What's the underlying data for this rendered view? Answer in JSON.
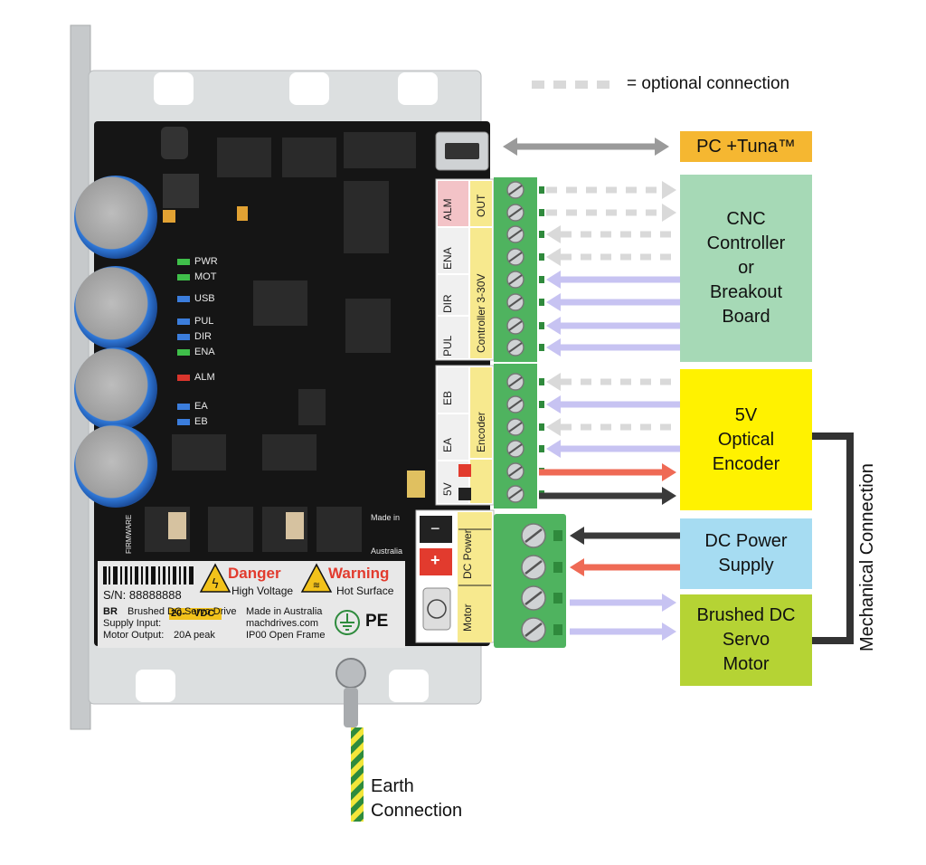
{
  "legend": {
    "text": "= optional connection"
  },
  "boxes": {
    "pc": {
      "text": "PC +Tuna™",
      "color": "#f5b731"
    },
    "cnc": {
      "lines": [
        "CNC",
        "Controller",
        "or",
        "Breakout",
        "Board"
      ],
      "color": "#a6d9b6"
    },
    "encoder": {
      "lines": [
        "5V",
        "Optical",
        "Encoder"
      ],
      "color": "#fff200"
    },
    "power": {
      "lines": [
        "DC Power",
        "Supply"
      ],
      "color": "#a6dcf2"
    },
    "motor": {
      "lines": [
        "Brushed DC",
        "Servo",
        "Motor"
      ],
      "color": "#b5d334"
    }
  },
  "mechanical_label": "Mechanical Connection",
  "earth_label": {
    "line1": "Earth",
    "line2": "Connection"
  },
  "pcb": {
    "leds": [
      "PWR",
      "MOT",
      "USB",
      "PUL",
      "DIR",
      "ENA",
      "ALM",
      "EA",
      "EB"
    ],
    "firmware": "FIRMWARE",
    "made_in": "Made in",
    "australia": "Australia"
  },
  "sticker": {
    "serial": "S/N: 88888888",
    "danger": "Danger",
    "danger_sub": "High Voltage",
    "warning": "Warning",
    "warning_sub": "Hot Surface",
    "model": "BR",
    "model_desc": "Brushed DC Servo Drive",
    "supply_label": "Supply Input:",
    "supply_value": "20-   VDC",
    "output_label": "Motor Output:",
    "output_value": "20A peak",
    "made": "Made in Australia",
    "web": "machdrives.com",
    "ip": "IP00 Open Frame",
    "pe": "PE"
  },
  "terminals": {
    "alm": "ALM",
    "out": "OUT",
    "ena": "ENA",
    "dir": "DIR",
    "pul": "PUL",
    "controller": "Controller 3-30V",
    "eb": "EB",
    "ea": "EA",
    "encoder": "Encoder",
    "v5": "5V",
    "dc_power": "DC Power",
    "motor": "Motor",
    "plus": "+",
    "minus": "−"
  },
  "colors": {
    "arrow_grey": "#9a9a9a",
    "arrow_optional": "#d9d9d9",
    "arrow_signal": "#c7c3f2",
    "arrow_red": "#ef6a55",
    "arrow_black": "#3a3a3a",
    "pcb": "#151515",
    "heatsink": "#cfd2d4",
    "terminal_green": "#4fb35f"
  }
}
